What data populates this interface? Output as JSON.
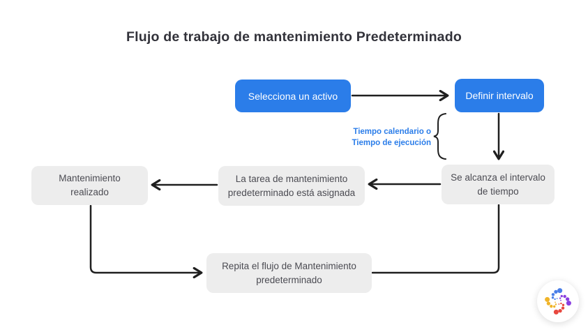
{
  "title": "Flujo de trabajo de mantenimiento Predeterminado",
  "nodes": {
    "select_asset": "Selecciona un activo",
    "define_interval": "Definir intervalo",
    "interval_reached": "Se alcanza el intervalo de tiempo",
    "task_assigned": "La tarea de mantenimiento predeterminado está asignada",
    "maintenance_done": "Mantenimiento realizado",
    "repeat_flow": "Repita el flujo de Mantenimiento predeterminado"
  },
  "annotation": {
    "line1": "Tiempo calendario o",
    "line2": "Tiempo de ejecución"
  },
  "edges": [
    {
      "from": "select_asset",
      "to": "define_interval"
    },
    {
      "from": "define_interval",
      "to": "interval_reached",
      "label": "Tiempo calendario o Tiempo de ejecución"
    },
    {
      "from": "interval_reached",
      "to": "task_assigned"
    },
    {
      "from": "task_assigned",
      "to": "maintenance_done"
    },
    {
      "from": "maintenance_done",
      "to": "repeat_flow"
    },
    {
      "from": "repeat_flow",
      "to": "interval_reached"
    }
  ],
  "colors": {
    "accent_blue": "#2b7de9",
    "node_gray": "#ededed",
    "node_text": "#4b4b52",
    "title_text": "#32323a",
    "line": "#1f1f1f",
    "logo_blue": "#4a7fe8",
    "logo_purple": "#8a3fe0",
    "logo_red": "#e8483f",
    "logo_yellow": "#f0b429"
  },
  "logo": {
    "name": "fracttal-spiral-logo"
  }
}
